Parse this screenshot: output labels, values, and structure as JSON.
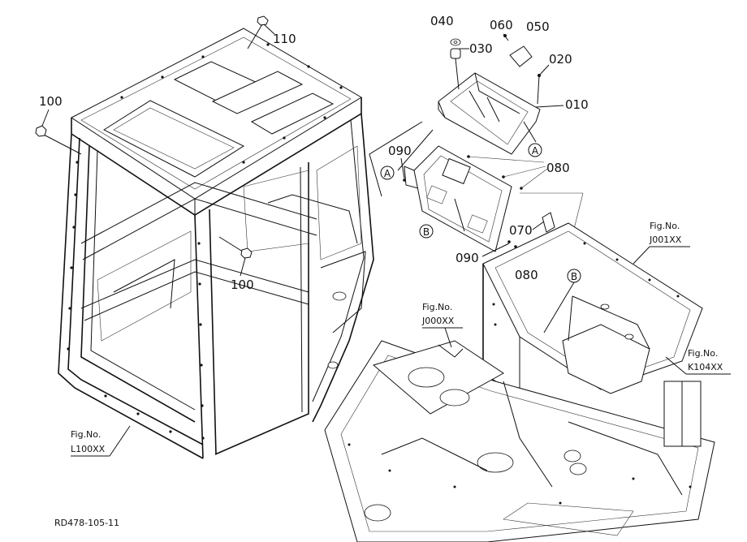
{
  "callouts": {
    "p010": "010",
    "p020": "020",
    "p030": "030",
    "p040": "040",
    "p050": "050",
    "p060": "060",
    "p070": "070",
    "p080a": "080",
    "p080b": "080",
    "p090a": "090",
    "p090b": "090",
    "p100a": "100",
    "p100b": "100",
    "p110": "110"
  },
  "refs": {
    "A": "A",
    "B": "B"
  },
  "figure_refs": {
    "cab": {
      "label": "Fig.No.",
      "code": "L100XX"
    },
    "frame": {
      "label": "Fig.No.",
      "code": "J000XX"
    },
    "panel": {
      "label": "Fig.No.",
      "code": "J001XX"
    },
    "k104": {
      "label": "Fig.No.",
      "code": "K104XX"
    }
  },
  "drawing_id": "RD478-105-11"
}
